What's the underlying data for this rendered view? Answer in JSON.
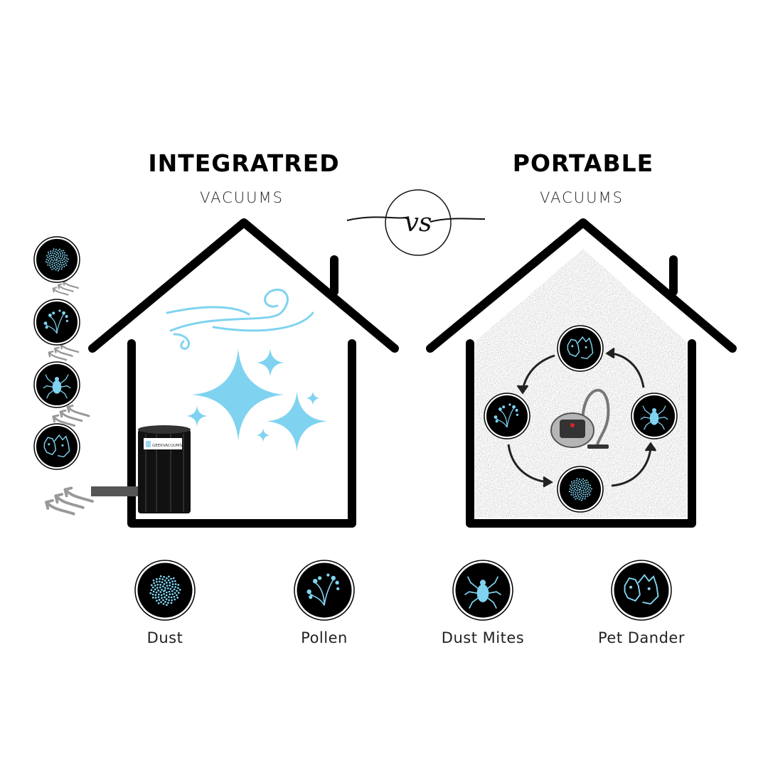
{
  "left_panel": {
    "title": "INTEGRATRED",
    "subtitle": "VACUUMS",
    "unit_logo": "GEEKVACUUMS"
  },
  "right_panel": {
    "title": "PORTABLE",
    "subtitle": "VACUUMS"
  },
  "vs_logo": "vs",
  "allergens": [
    {
      "label": "Dust",
      "icon": "dust-icon"
    },
    {
      "label": "Pollen",
      "icon": "pollen-icon"
    },
    {
      "label": "Dust Mites",
      "icon": "dust-mite-icon"
    },
    {
      "label": "Pet Dander",
      "icon": "pet-dander-icon"
    }
  ],
  "colors": {
    "accent": "#7fd3f0",
    "house": "#000000",
    "dust": "#9a9a9a"
  }
}
